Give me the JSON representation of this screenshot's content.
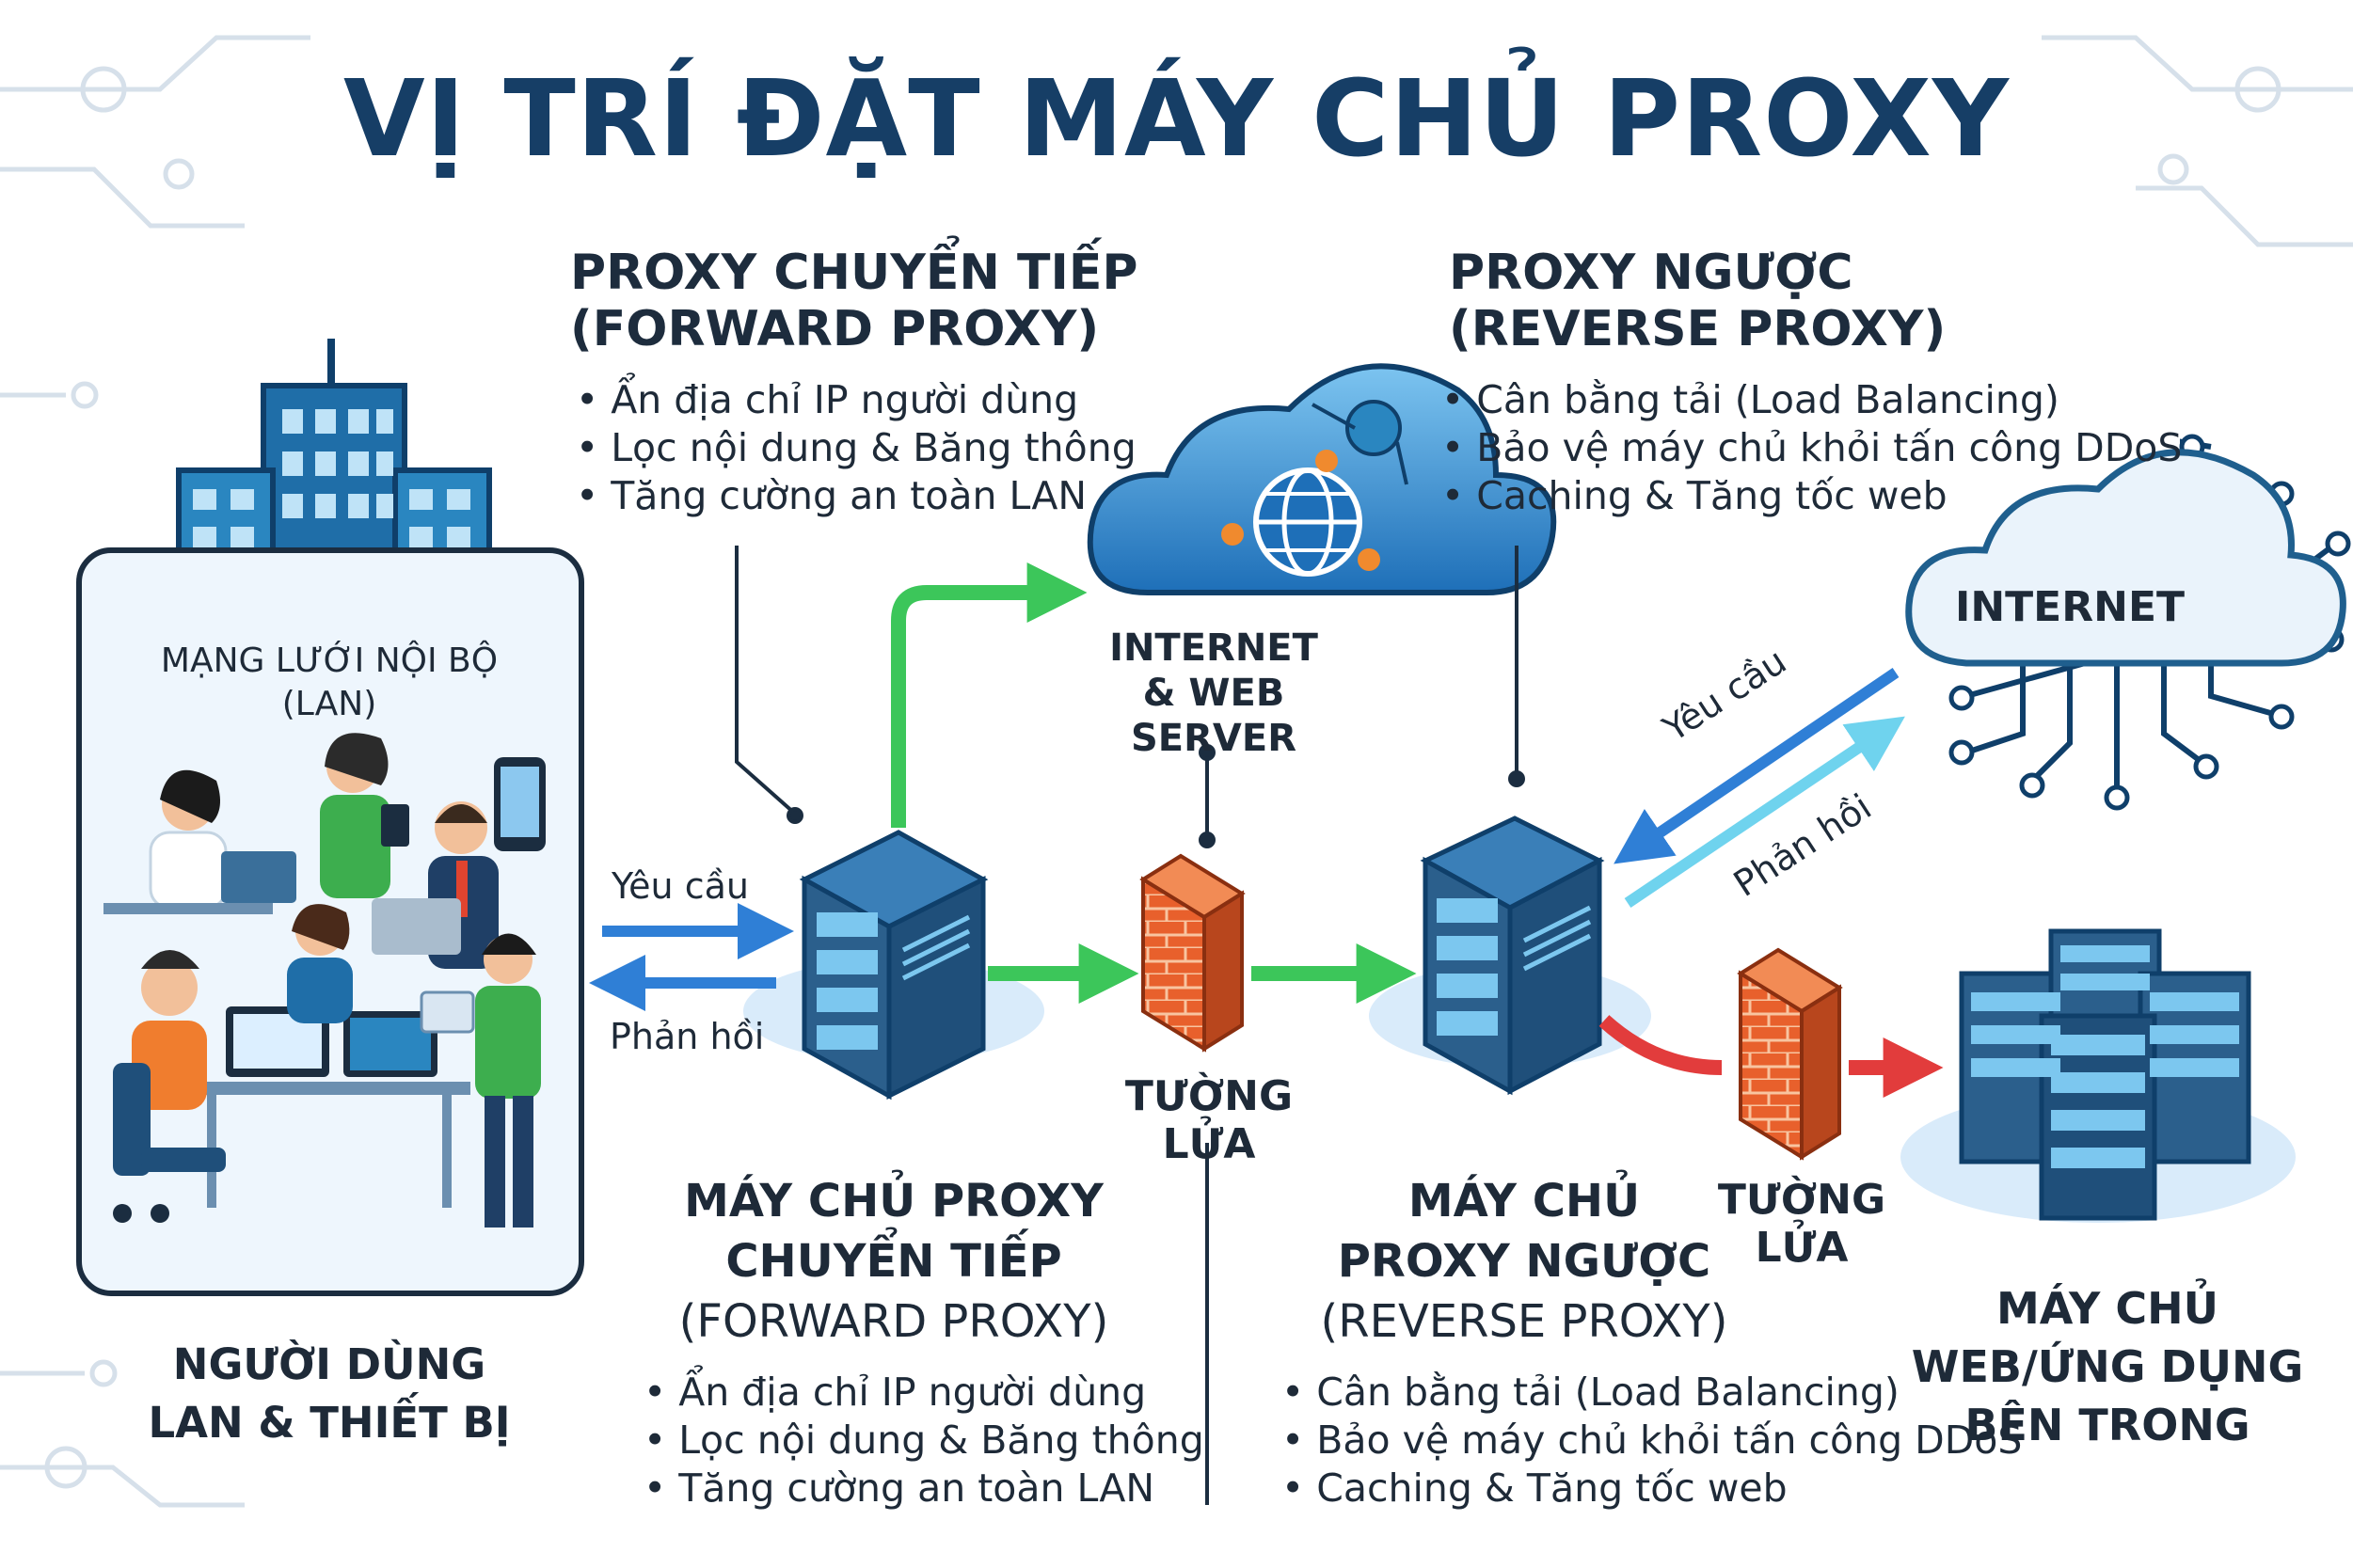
{
  "title": "VỊ TRÍ ĐẶT MÁY CHỦ PROXY",
  "forward_header": {
    "line1": "PROXY CHUYỂN TIẾP",
    "line2": "(FORWARD PROXY)"
  },
  "forward_bullets": [
    "Ẩn địa chỉ IP người dùng",
    "Lọc nội dung & Băng thông",
    "Tăng cường an toàn LAN"
  ],
  "reverse_header": {
    "line1": "PROXY NGƯỢC",
    "line2": "(REVERSE PROXY)"
  },
  "reverse_bullets": [
    "Cân bằng tải (Load Balancing)",
    "Bảo vệ máy chủ khỏi tấn công DDoS",
    "Caching & Tăng tốc web"
  ],
  "lan_label": {
    "line1": "MẠNG LƯỚI NỘI BỘ",
    "line2": "(LAN)"
  },
  "lan_users": {
    "line1": "NGƯỜI DÙNG",
    "line2": "LAN & THIẾT BỊ"
  },
  "internet_web": {
    "line1": "INTERNET",
    "line2": "& WEB SERVER"
  },
  "internet": "INTERNET",
  "request": "Yêu cầu",
  "response": "Phản hồi",
  "firewall": "TƯỜNG LỬA",
  "forward_server": {
    "line1": "MÁY CHỦ PROXY",
    "line2": "CHUYỂN TIẾP",
    "line3": "(FORWARD PROXY)"
  },
  "reverse_server": {
    "line1": "MÁY CHỦ",
    "line2": "PROXY NGƯỢC",
    "line3": "(REVERSE PROXY)"
  },
  "internal_servers": {
    "line1": "MÁY CHỦ",
    "line2": "WEB/ỨNG DỤNG",
    "line3": "BÊN TRONG"
  },
  "colors": {
    "navy": "#163e66",
    "blue_arrow": "#2f7fd6",
    "green_arrow": "#3cc65a",
    "red_arrow": "#e23c3c",
    "server": "#2b5f8c",
    "firewall": "#e8602c"
  },
  "icons": [
    "office-building-icon",
    "cloud-globe-icon",
    "internet-cloud-icon",
    "server-rack-icon",
    "firewall-brick-icon",
    "people-workstation-icon"
  ]
}
